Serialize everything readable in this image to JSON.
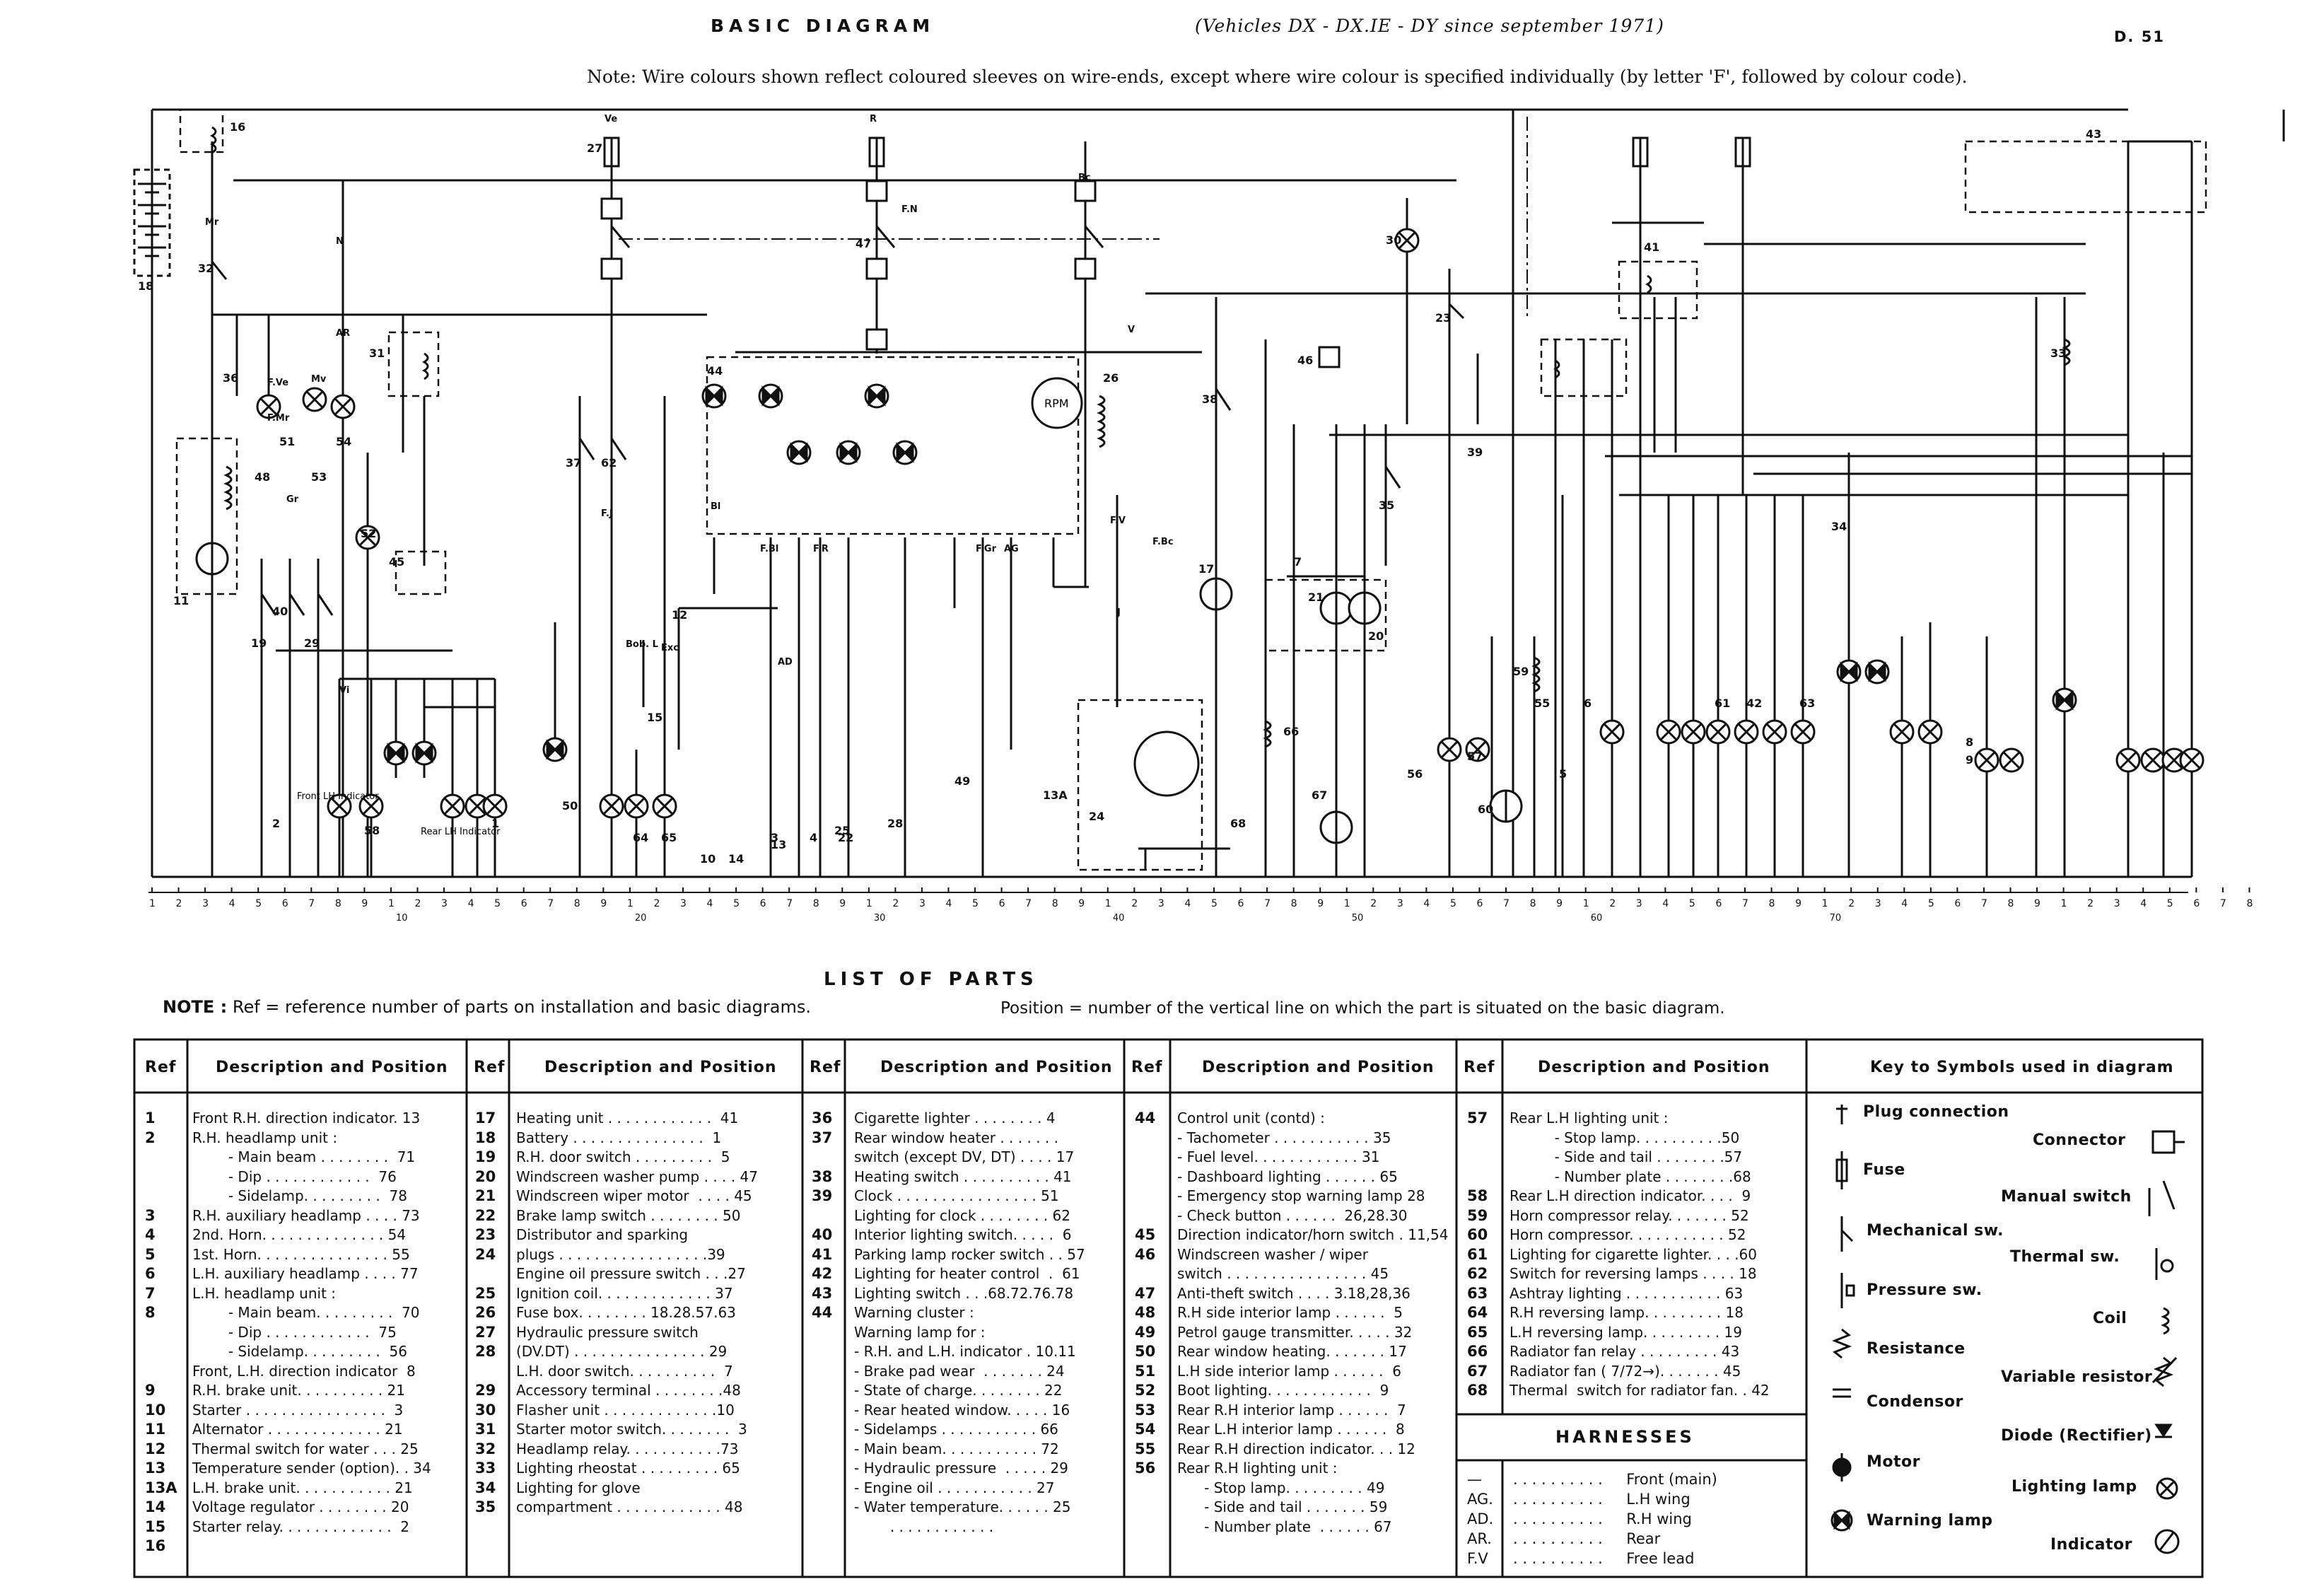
{
  "header": {
    "title": "BASIC DIAGRAM",
    "subtitle": "(Vehicles DX - DX.IE - DY since september 1971)",
    "page": "D. 51",
    "note": "Note:  Wire colours shown reflect coloured sleeves on wire-ends, except where wire colour is specified individually (by letter 'F', followed by colour code)."
  },
  "diagram": {
    "position_numbers": [
      "1",
      "2",
      "3",
      "4",
      "5",
      "6",
      "7",
      "8",
      "9",
      "1",
      "2",
      "3",
      "4",
      "5",
      "6",
      "7",
      "8",
      "9",
      "1",
      "2",
      "3",
      "4",
      "5",
      "6",
      "7",
      "8",
      "9",
      "1",
      "2",
      "3",
      "4",
      "5",
      "6",
      "7",
      "8",
      "9",
      "1",
      "2",
      "3",
      "4",
      "5",
      "6",
      "7",
      "8",
      "9",
      "1",
      "2",
      "3",
      "4",
      "5",
      "6",
      "7",
      "8",
      "9",
      "1",
      "2",
      "3",
      "4",
      "5",
      "6",
      "7",
      "8",
      "9",
      "1",
      "2",
      "3",
      "4",
      "5",
      "6",
      "7",
      "8",
      "9",
      "1",
      "2",
      "3",
      "4",
      "5",
      "6",
      "7",
      "8"
    ],
    "decade_labels": [
      "10",
      "20",
      "30",
      "40",
      "50",
      "60",
      "70"
    ],
    "wire_labels": [
      "Ve",
      "R",
      "Bc",
      "Mr",
      "N",
      "AR",
      "F.Ve",
      "F.Mr",
      "Gr",
      "J",
      "Mv",
      "F.J",
      "Bl",
      "F.N",
      "F.Bl",
      "F.R",
      "F.Gr",
      "AG",
      "AD",
      "F.V",
      "V",
      "F.Bc",
      "Vi",
      "Bob. L",
      "Exc"
    ],
    "component_refs": [
      "1",
      "2",
      "3",
      "4",
      "5",
      "6",
      "7",
      "8",
      "9",
      "10",
      "11",
      "12",
      "13",
      "13A",
      "14",
      "15",
      "16",
      "17",
      "18",
      "19",
      "20",
      "21",
      "22",
      "23",
      "24",
      "25",
      "26",
      "27",
      "28",
      "29",
      "30",
      "31",
      "32",
      "33",
      "34",
      "35",
      "36",
      "37",
      "38",
      "39",
      "40",
      "41",
      "42",
      "43",
      "44",
      "45",
      "46",
      "47",
      "48",
      "49",
      "50",
      "51",
      "52",
      "53",
      "54",
      "55",
      "56",
      "57",
      "58",
      "59",
      "60",
      "61",
      "62",
      "63",
      "64",
      "65",
      "66",
      "67",
      "68"
    ],
    "annotations": [
      "Front LH Indicator",
      "Rear LH Indicator",
      "RPM"
    ]
  },
  "list": {
    "title": "LIST OF PARTS",
    "note_label": "NOTE :",
    "note_text": " Ref = reference number of parts on installation and basic diagrams.",
    "position_text": "Position = number of the vertical line on which the part is situated on the basic diagram.",
    "ref_header": "Ref",
    "desc_header": "Description and Position",
    "key_header": "Key to Symbols used in diagram",
    "col1": {
      "refs": "1\n2\n\n\n\n3\n4\n5\n6\n7\n8\n\n\n\n9\n10\n11\n12\n13\n13A\n14\n15\n16",
      "desc": "Front R.H. direction indicator. 13\nR.H. headlamp unit :\n        - Main beam . . . . . . . .  71\n        - Dip . . . . . . . . . . . .  76\n        - Sidelamp. . . . . . . . .  78\nR.H. auxiliary headlamp . . . . 73\n2nd. Horn. . . . . . . . . . . . . . 54\n1st. Horn. . . . . . . . . . . . . . . 55\nL.H. auxiliary headlamp . . . . 77\nL.H. headlamp unit :\n        - Main beam. . . . . . . . .  70\n        - Dip . . . . . . . . . . . .  75\n        - Sidelamp. . . . . . . . .  56\nFront, L.H. direction indicator  8\nR.H. brake unit. . . . . . . . . . 21\nStarter . . . . . . . . . . . . . . . .  3\nAlternator . . . . . . . . . . . . . 21\nThermal switch for water . . . 25\nTemperature sender (option). . 34\nL.H. brake unit. . . . . . . . . . . 21\nVoltage regulator . . . . . . . . 20\nStarter relay. . . . . . . . . . . . .  2"
    },
    "col2": {
      "refs": "17\n18\n19\n20\n21\n22\n23\n24\n\n25\n26\n27\n28\n\n29\n30\n31\n32\n33\n34\n35",
      "desc": "Heating unit . . . . . . . . . . . .  41\nBattery . . . . . . . . . . . . . . .  1\nR.H. door switch . . . . . . . . .  5\nWindscreen washer pump . . . . 47\nWindscreen wiper motor  . . . . 45\nBrake lamp switch . . . . . . . . 50\nDistributor and sparking\nplugs . . . . . . . . . . . . . . . . .39\nEngine oil pressure switch . . .27\nIgnition coil. . . . . . . . . . . . . 37\nFuse box. . . . . . . . 18.28.57.63\nHydraulic pressure switch\n(DV.DT) . . . . . . . . . . . . . . . 29\nL.H. door switch. . . . . . . . . .  7\nAccessory terminal . . . . . . . .48\nFlasher unit . . . . . . . . . . . . .10\nStarter motor switch. . . . . . . .  3\nHeadlamp relay. . . . . . . . . . .73\nLighting rheostat . . . . . . . . . 65\nLighting for glove\ncompartment . . . . . . . . . . . . 48"
    },
    "col3": {
      "refs": "36\n37\n\n38\n39\n\n40\n41\n42\n43\n44",
      "desc": "Cigarette lighter . . . . . . . . 4\nRear window heater . . . . . . .\nswitch (except DV, DT) . . . . 17\nHeating switch . . . . . . . . . . 41\nClock . . . . . . . . . . . . . . . . 51\nLighting for clock . . . . . . . . 62\nInterior lighting switch. . . . .  6\nParking lamp rocker switch . . 57\nLighting for heater control  .  61\nLighting switch . . .68.72.76.78\nWarning cluster :\nWarning lamp for :\n- R.H. and L.H. indicator . 10.11\n- Brake pad wear  . . . . . . . 24\n- State of charge. . . . . . . . 22\n- Rear heated window. . . . . 16\n- Sidelamps . . . . . . . . . . . 66\n- Main beam. . . . . . . . . . . 72\n- Hydraulic pressure  . . . . . 29\n- Engine oil . . . . . . . . . . . 27\n- Water temperature. . . . . . 25\n        . . . . . . . . . . . ."
    },
    "col4": {
      "refs": "44\n\n\n\n\n\n45\n46\n\n47\n48\n49\n50\n51\n52\n53\n54\n55\n56",
      "desc": "Control unit (contd) :\n- Tachometer . . . . . . . . . . . 35\n- Fuel level. . . . . . . . . . . . 31\n- Dashboard lighting . . . . . . 65\n- Emergency stop warning lamp 28\n- Check button . . . . . .  26,28.30\nDirection indicator/horn switch . 11,54\nWindscreen washer / wiper\nswitch . . . . . . . . . . . . . . . . 45\nAnti-theft switch . . . . 3.18,28,36\nR.H side interior lamp . . . . . .  5\nPetrol gauge transmitter. . . . . 32\nRear window heating. . . . . . . 17\nL.H side interior lamp . . . . . .  6\nBoot lighting. . . . . . . . . . . .  9\nRear R.H interior lamp . . . . . .  7\nRear L.H interior lamp . . . . . .  8\nRear R.H direction indicator. . . 12\nRear R.H lighting unit :\n      - Stop lamp. . . . . . . . . 49\n      - Side and tail . . . . . . . 59\n      - Number plate  . . . . . . 67"
    },
    "col5": {
      "refs": "57\n\n\n\n58\n59\n60\n61\n62\n63\n64\n65\n66\n67\n68",
      "desc": "Rear L.H lighting unit :\n          - Stop lamp. . . . . . . . . .50\n          - Side and tail . . . . . . . .57\n          - Number plate . . . . . . . .68\nRear L.H direction indicator. . . .  9\nHorn compressor relay. . . . . . . 52\nHorn compressor. . . . . . . . . . . 52\nLighting for cigarette lighter. . . .60\nSwitch for reversing lamps . . . . 18\nAshtray lighting . . . . . . . . . . . 63\nR.H reversing lamp. . . . . . . . . 18\nL.H reversing lamp. . . . . . . . . 19\nRadiator fan relay . . . . . . . . . 43\nRadiator fan ( 7/72→). . . . . . . 45\nThermal  switch for radiator fan. . 42"
    },
    "harnesses": {
      "title": "HARNESSES",
      "rows": [
        {
          "code": "—",
          "desc": ". . . . . . . . . .     Front (main)"
        },
        {
          "code": "AG.",
          "desc": ". . . . . . . . . .     L.H wing"
        },
        {
          "code": "AD.",
          "desc": ". . . . . . . . . .     R.H wing"
        },
        {
          "code": "AR.",
          "desc": ". . . . . . . . . .     Rear"
        },
        {
          "code": "F.V",
          "desc": ". . . . . . . . . .     Free lead"
        }
      ]
    },
    "key": {
      "plug": "Plug connection",
      "connector": "Connector",
      "fuse": "Fuse",
      "manual": "Manual switch",
      "mechanical": "Mechanical sw.",
      "thermal": "Thermal sw.",
      "pressure": "Pressure sw.",
      "coil": "Coil",
      "resistance": "Resistance",
      "variable": "Variable resistor",
      "condensor": "Condensor",
      "diode": "Diode (Rectifier)",
      "motor": "Motor",
      "lighting": "Lighting lamp",
      "warning": "Warning lamp",
      "indicator": "Indicator"
    }
  }
}
